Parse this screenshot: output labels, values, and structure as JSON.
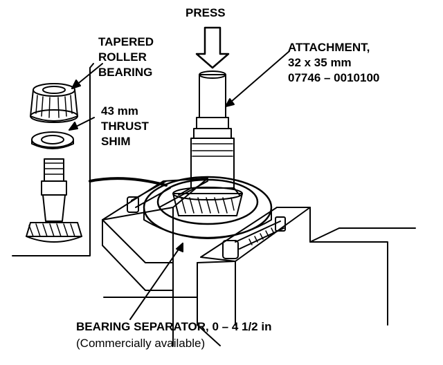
{
  "labels": {
    "press": "PRESS",
    "bearing": [
      "TAPERED",
      "ROLLER",
      "BEARING"
    ],
    "shim": [
      "43 mm",
      "THRUST",
      "SHIM"
    ],
    "attachment": [
      "ATTACHMENT,",
      "32 x 35 mm",
      "07746 – 0010100"
    ],
    "separator": "BEARING SEPARATOR, 0 – 4 1/2 in",
    "separator_note": "(Commercially available)"
  },
  "colors": {
    "ink": "#000000",
    "paper": "#ffffff"
  }
}
